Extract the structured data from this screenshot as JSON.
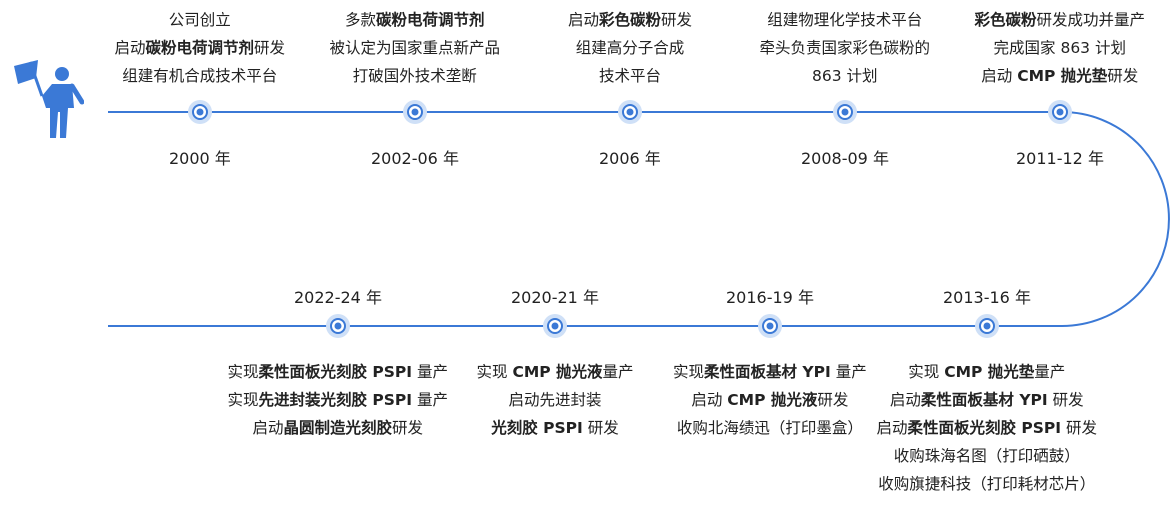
{
  "colors": {
    "accent": "#3b79d6",
    "dot_ring": "#cfe0f7",
    "text": "#222222"
  },
  "logo": {
    "icon": "person-with-flag-icon"
  },
  "top_events": [
    {
      "year": "2000 年",
      "lines": [
        [
          {
            "t": "公司创立",
            "b": false
          }
        ],
        [
          {
            "t": "启动",
            "b": false
          },
          {
            "t": "碳粉电荷调节剂",
            "b": true
          },
          {
            "t": "研发",
            "b": false
          }
        ],
        [
          {
            "t": "组建有机合成技术平台",
            "b": false
          }
        ]
      ]
    },
    {
      "year": "2002-06 年",
      "lines": [
        [
          {
            "t": "多款",
            "b": false
          },
          {
            "t": "碳粉电荷调节剂",
            "b": true
          }
        ],
        [
          {
            "t": "被认定为国家重点新产品",
            "b": false
          }
        ],
        [
          {
            "t": "打破国外技术垄断",
            "b": false
          }
        ]
      ]
    },
    {
      "year": "2006 年",
      "lines": [
        [
          {
            "t": "启动",
            "b": false
          },
          {
            "t": "彩色碳粉",
            "b": true
          },
          {
            "t": "研发",
            "b": false
          }
        ],
        [
          {
            "t": "组建高分子合成",
            "b": false
          }
        ],
        [
          {
            "t": "技术平台",
            "b": false
          }
        ]
      ]
    },
    {
      "year": "2008-09 年",
      "lines": [
        [
          {
            "t": "组建物理化学技术平台",
            "b": false
          }
        ],
        [
          {
            "t": "牵头负责国家彩色碳粉的",
            "b": false
          }
        ],
        [
          {
            "t": "863 计划",
            "b": false
          }
        ]
      ]
    },
    {
      "year": "2011-12 年",
      "lines": [
        [
          {
            "t": "彩色碳粉",
            "b": true
          },
          {
            "t": "研发成功并量产",
            "b": false
          }
        ],
        [
          {
            "t": "完成国家 863 计划",
            "b": false
          }
        ],
        [
          {
            "t": "启动 ",
            "b": false
          },
          {
            "t": "CMP 抛光垫",
            "b": true
          },
          {
            "t": "研发",
            "b": false
          }
        ]
      ]
    }
  ],
  "bottom_events": [
    {
      "year": "2013-16 年",
      "lines": [
        [
          {
            "t": "实现 ",
            "b": false
          },
          {
            "t": "CMP 抛光垫",
            "b": true
          },
          {
            "t": "量产",
            "b": false
          }
        ],
        [
          {
            "t": "启动",
            "b": false
          },
          {
            "t": "柔性面板基材 YPI",
            "b": true
          },
          {
            "t": " 研发",
            "b": false
          }
        ],
        [
          {
            "t": "启动",
            "b": false
          },
          {
            "t": "柔性面板光刻胶 PSPI",
            "b": true
          },
          {
            "t": " 研发",
            "b": false
          }
        ],
        [
          {
            "t": "收购珠海名图（打印硒鼓）",
            "b": false
          }
        ],
        [
          {
            "t": "收购旗捷科技（打印耗材芯片）",
            "b": false
          }
        ]
      ]
    },
    {
      "year": "2016-19 年",
      "lines": [
        [
          {
            "t": "实现",
            "b": false
          },
          {
            "t": "柔性面板基材 YPI",
            "b": true
          },
          {
            "t": " 量产",
            "b": false
          }
        ],
        [
          {
            "t": "启动 ",
            "b": false
          },
          {
            "t": "CMP 抛光液",
            "b": true
          },
          {
            "t": "研发",
            "b": false
          }
        ],
        [
          {
            "t": "收购北海绩迅（打印墨盒）",
            "b": false
          }
        ]
      ]
    },
    {
      "year": "2020-21 年",
      "lines": [
        [
          {
            "t": "实现 ",
            "b": false
          },
          {
            "t": "CMP 抛光液",
            "b": true
          },
          {
            "t": "量产",
            "b": false
          }
        ],
        [
          {
            "t": "启动先进封装",
            "b": false
          }
        ],
        [
          {
            "t": "光刻胶 PSPI",
            "b": true
          },
          {
            "t": " 研发",
            "b": false
          }
        ]
      ]
    },
    {
      "year": "2022-24 年",
      "lines": [
        [
          {
            "t": "实现",
            "b": false
          },
          {
            "t": "柔性面板光刻胶 PSPI",
            "b": true
          },
          {
            "t": " 量产",
            "b": false
          }
        ],
        [
          {
            "t": "实现",
            "b": false
          },
          {
            "t": "先进封装光刻胶 PSPI",
            "b": true
          },
          {
            "t": " 量产",
            "b": false
          }
        ],
        [
          {
            "t": "启动",
            "b": false
          },
          {
            "t": "晶圆制造光刻胶",
            "b": true
          },
          {
            "t": "研发",
            "b": false
          }
        ]
      ]
    }
  ]
}
